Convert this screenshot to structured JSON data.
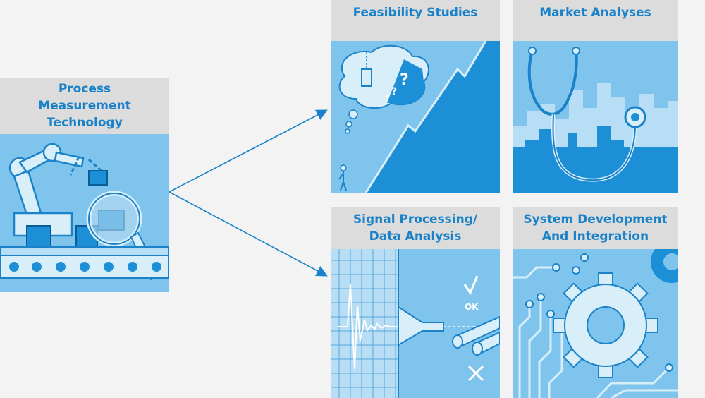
{
  "cards": {
    "process": {
      "title_lines": [
        "Process",
        "Measurement",
        "Technology"
      ]
    },
    "feasibility": {
      "title": "Feasibility Studies"
    },
    "market": {
      "title": "Market Analyses"
    },
    "signal": {
      "title_lines": [
        "Signal Processing/",
        "Data Analysis"
      ],
      "ok_label": "OK"
    },
    "system": {
      "title_lines": [
        "System Development",
        "And Integration"
      ]
    }
  },
  "colors": {
    "accent_blue": "#1a82c8",
    "light_blue": "#7fc4ec",
    "mid_blue": "#1d8fd6",
    "title_bg": "#dcdcdc",
    "page_bg": "#f3f3f3"
  }
}
